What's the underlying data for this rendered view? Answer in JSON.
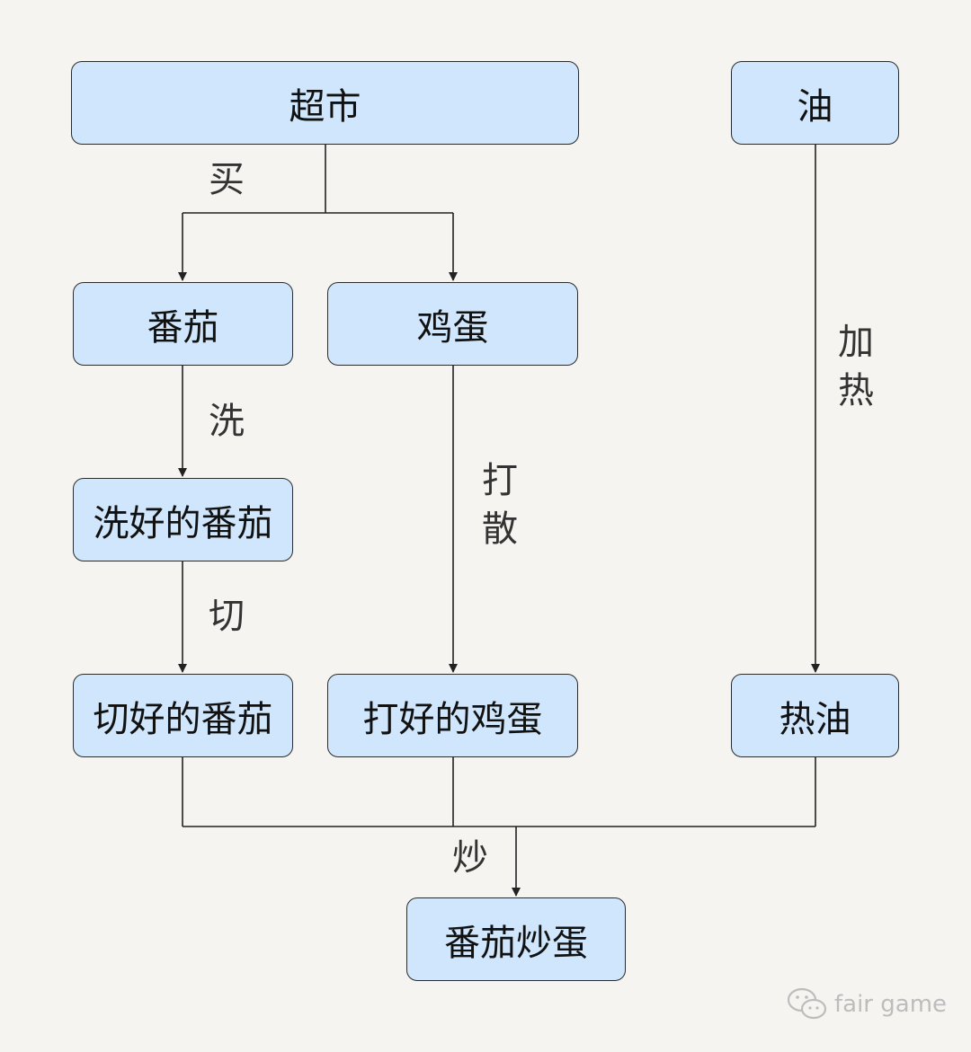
{
  "nodes": {
    "supermarket": "超市",
    "oil": "油",
    "tomato": "番茄",
    "egg": "鸡蛋",
    "washed_tomato": "洗好的番茄",
    "cut_tomato": "切好的番茄",
    "beaten_egg": "打好的鸡蛋",
    "hot_oil": "热油",
    "dish": "番茄炒蛋"
  },
  "edges": {
    "buy": "买",
    "wash": "洗",
    "cut": "切",
    "beat_1": "打",
    "beat_2": "散",
    "heat_1": "加",
    "heat_2": "热",
    "fry": "炒"
  },
  "watermark": "fair game",
  "colors": {
    "node_fill": "#cfe6fc",
    "node_border": "#2b2b2b",
    "edge": "#222222",
    "background": "#f5f4f0"
  }
}
